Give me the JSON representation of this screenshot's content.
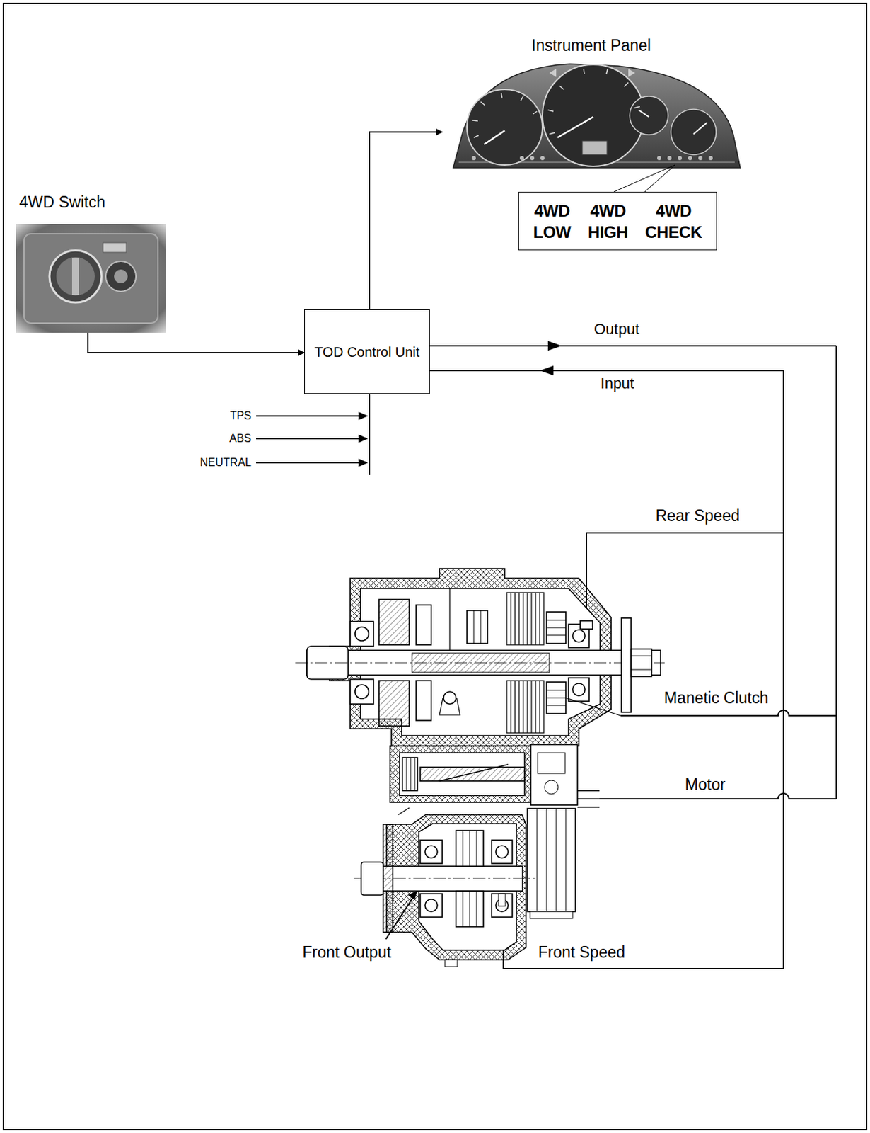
{
  "diagram": {
    "nodes": [
      {
        "text": [
          "Instrument Panel"
        ]
      },
      {
        "text": [
          "4WD LOW",
          "4WD HIGH",
          "4WD CHECK"
        ]
      },
      {
        "text": [
          "4WD Switch"
        ]
      },
      {
        "text": [
          "TOD Control Unit"
        ]
      }
    ],
    "edges": [
      {
        "from": 2,
        "to": 3,
        "arrow": "to"
      },
      {
        "from": 3,
        "to": 0,
        "arrow": "to"
      }
    ],
    "labels": [
      "Output",
      "Input",
      "TPS",
      "ABS",
      "NEUTRAL",
      "Rear Speed",
      "Manetic Clutch",
      "Motor",
      "Front Output",
      "Front Speed"
    ]
  }
}
